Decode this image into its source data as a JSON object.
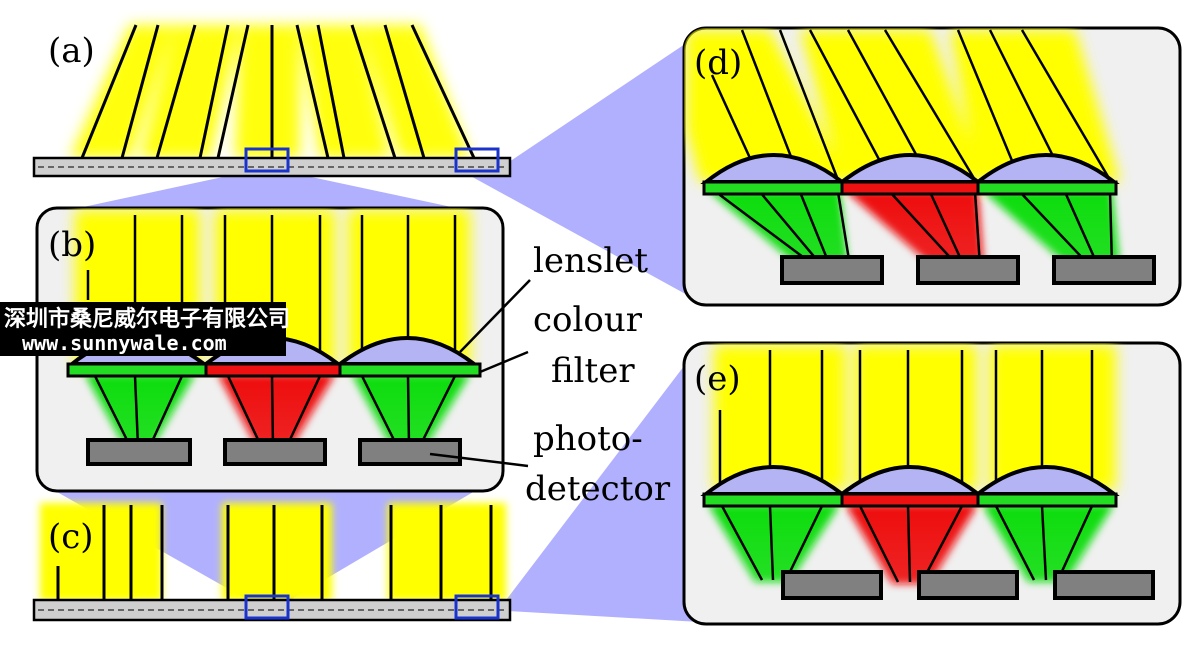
{
  "panels": {
    "a": {
      "label": "(a)"
    },
    "b": {
      "label": "(b)"
    },
    "c": {
      "label": "(c)"
    },
    "d": {
      "label": "(d)"
    },
    "e": {
      "label": "(e)"
    }
  },
  "callouts": {
    "lenslet": "lenslet",
    "colour_filter_line1": "colour",
    "colour_filter_line2": "filter",
    "photodetector_line1": "photo-",
    "photodetector_line2": "detector"
  },
  "watermark": {
    "company": "深圳市桑尼威尔电子有限公司",
    "url": "www.sunnywale.com"
  },
  "colors": {
    "light": "#ffff00",
    "lens": "#b4b4f4",
    "green_filter": "#22dd22",
    "red_filter": "#ee1111",
    "detector": "#808080",
    "zoom_wedge": "#b0b0ff",
    "panel_bg": "#f0f0f0",
    "selection_box": "#1a33cc"
  },
  "pixel_filters": {
    "b": [
      "green",
      "red",
      "green"
    ],
    "d": [
      "green",
      "red",
      "green"
    ],
    "e": [
      "green",
      "red",
      "green"
    ]
  }
}
